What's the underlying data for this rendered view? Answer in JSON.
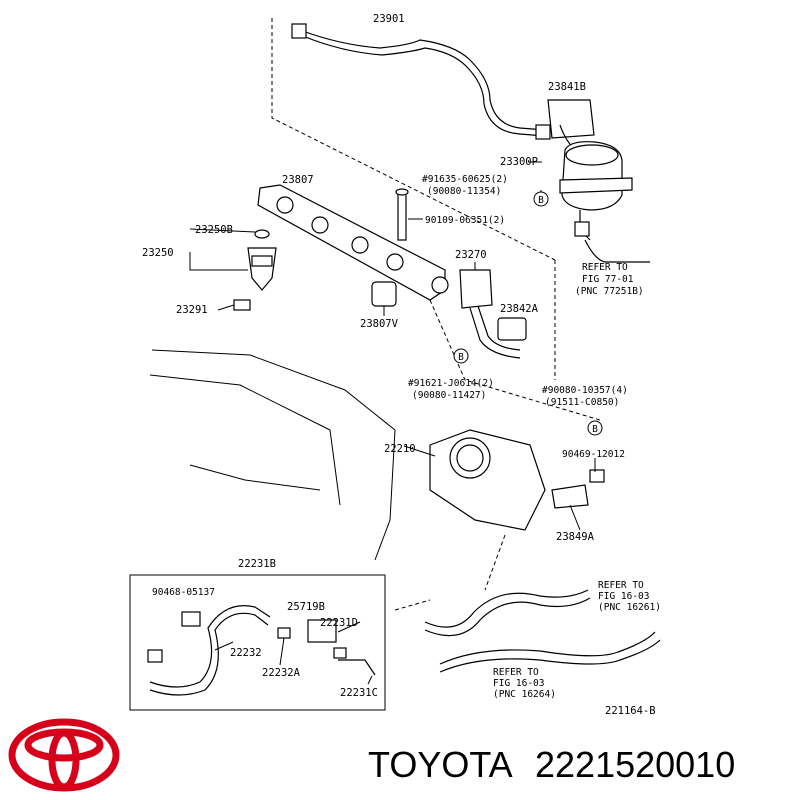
{
  "labels": {
    "p23901": "23901",
    "p23841b": "23841B",
    "p23300p": "23300P",
    "p91635": "#91635-60625(2)",
    "p90080_11354": "(90080-11354)",
    "p23807": "23807",
    "p90109": "90109-06351(2)",
    "p23250b": "23250B",
    "p23250": "23250",
    "p23291": "23291",
    "p23807v": "23807V",
    "p23270": "23270",
    "p23842a": "23842A",
    "refer77": "REFER TO",
    "fig77": "FIG 77-01",
    "pnc77": "(PNC 77251B)",
    "p91621": "#91621-J0614(2)",
    "p90080_11427": "(90080-11427)",
    "p90080_10357": "#90080-10357(4)",
    "p91511": "(91511-C0850)",
    "p22210": "22210",
    "p90469": "90469-12012",
    "p23849a": "23849A",
    "p22231b": "22231B",
    "p90468": "90468-05137",
    "p25719b": "25719B",
    "p22231d": "22231D",
    "p22232": "22232",
    "p22232a": "22232A",
    "p22231c": "22231C",
    "refer16a": "REFER TO",
    "fig16a": "FIG 16-03",
    "pnc16a": "(PNC 16261)",
    "refer16b": "REFER TO",
    "fig16b": "FIG 16-03",
    "pnc16b": "(PNC 16264)",
    "diagram_code": "221164-B",
    "marker_b": "B"
  },
  "brand": {
    "name": "TOYOTA",
    "part_number": "2221520010",
    "logo_color": "#d7001a"
  }
}
